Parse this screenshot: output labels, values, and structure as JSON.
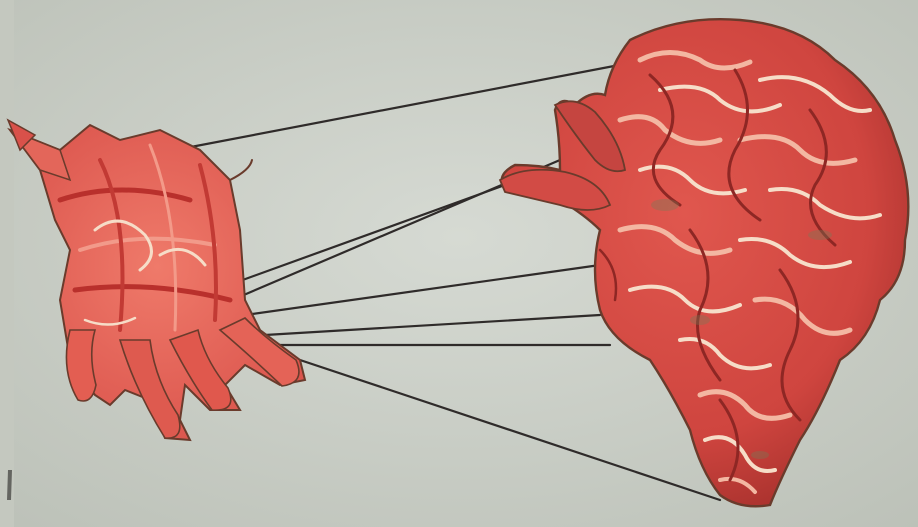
{
  "scene": {
    "colors": {
      "paper": "#cfd3cc",
      "paper_shade": "#bfc4bb",
      "flesh_dark": "#b93a36",
      "flesh": "#d9514a",
      "flesh_light": "#ee8a7c",
      "highlight": "#f6ddc8",
      "outline": "#6a3b2c",
      "line": "#2f2b2a"
    },
    "icons": [
      "hand-illustration",
      "brain-illustration",
      "connecting-lines"
    ]
  }
}
